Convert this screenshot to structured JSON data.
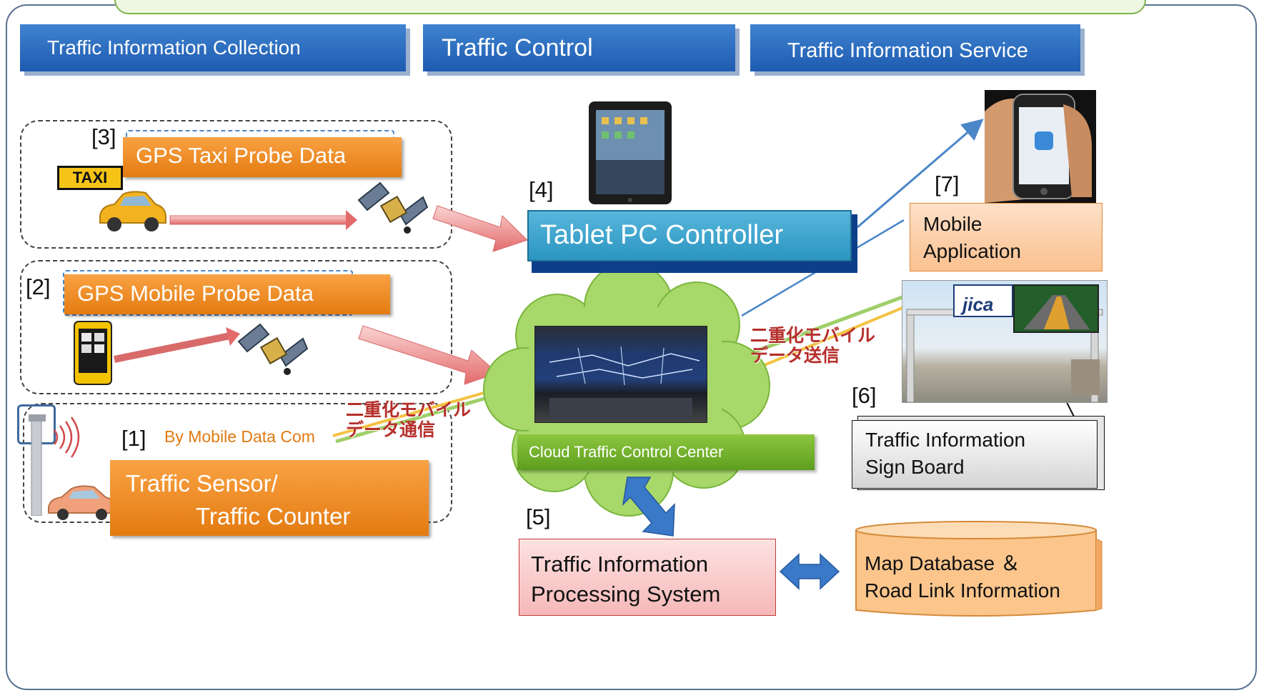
{
  "headers": {
    "collection": "Traffic Information Collection",
    "control": "Traffic Control",
    "service": "Traffic Information Service"
  },
  "nodes": {
    "n3": {
      "num": "[3]",
      "label": "GPS Taxi Probe Data",
      "taxi_sign": "TAXI"
    },
    "n2": {
      "num": "[2]",
      "label": "GPS Mobile Probe Data"
    },
    "n1": {
      "num": "[1]",
      "sub": "By Mobile Data Com",
      "line1": "Traffic Sensor/",
      "line2": "Traffic Counter"
    },
    "n4": {
      "num": "[4]",
      "label": "Tablet PC Controller"
    },
    "cloud": {
      "label": "Cloud Traffic Control Center"
    },
    "n5": {
      "num": "[5]",
      "line1": "Traffic Information",
      "line2": "Processing System"
    },
    "db": {
      "line1": "Map Database ＆",
      "line2": "Road Link Information"
    },
    "n6": {
      "num": "[6]",
      "line1": "Traffic Information",
      "line2": "Sign Board",
      "logo": "jica"
    },
    "n7": {
      "num": "[7]",
      "line1": "Mobile",
      "line2": "Application"
    }
  },
  "annotations": {
    "jp_left_1": "二重化モバイル",
    "jp_left_2": "データ通信",
    "jp_right_1": "二重化モバイル",
    "jp_right_2": "データ送信"
  },
  "colors": {
    "header_blue": "#1e5bb0",
    "probe_orange": "#e47b10",
    "tablet_teal": "#2b95c0",
    "cloud_green": "#a8d86a",
    "processing_pink": "#f6c0c0",
    "db_orange": "#fbc58b",
    "arrow_pink": "#f08a8a",
    "link_blue": "#4a86c8"
  }
}
